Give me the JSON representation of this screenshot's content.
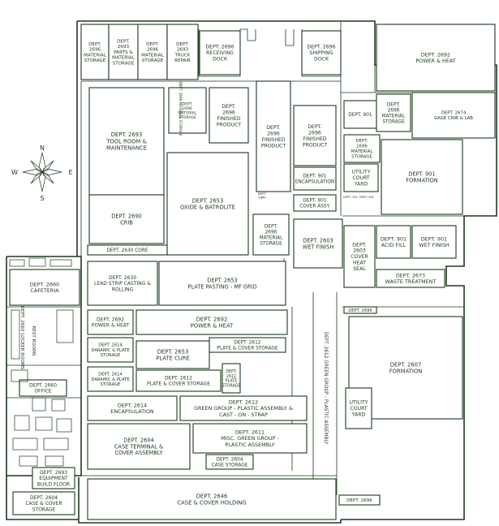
{
  "colors": {
    "ink": "#1d3a1d",
    "paper": "#ffffff"
  },
  "compass": {
    "north": "N",
    "south": "S",
    "east": "E",
    "west": "W"
  },
  "rooms": [
    {
      "id": "r-2696-material-storage",
      "lines": [
        "DEPT.",
        "2696",
        "MATERIAL",
        "STORAGE"
      ]
    },
    {
      "id": "r-2693-parts-material",
      "lines": [
        "DEPT.",
        "2693",
        "PARTS &",
        "MATERIAL",
        "STORAGE"
      ]
    },
    {
      "id": "r-2696-material-storage-2",
      "lines": [
        "DEPT.",
        "2696",
        "MATERIAL",
        "STORAGE"
      ]
    },
    {
      "id": "r-2693-truck-repair",
      "lines": [
        "DEPT.",
        "2693",
        "TRUCK",
        "REPAIR"
      ]
    },
    {
      "id": "r-2696-receiving-dock",
      "lines": [
        "DEPT. 2696",
        "RECEIVING",
        "DOCK"
      ]
    },
    {
      "id": "r-2696-shipping-dock",
      "lines": [
        "DEPT. 2696",
        "SHIPPING",
        "DOCK"
      ]
    },
    {
      "id": "r-2692-power-heat-top",
      "lines": [
        "DEPT. 2692",
        "POWER & HEAT"
      ]
    },
    {
      "id": "r-2693-tool-room",
      "lines": [
        "DEPT. 2693",
        "TOOL ROOM &",
        "MAINTENANCE"
      ]
    },
    {
      "id": "r-2696-material-storage-3",
      "lines": [
        "DEPT.",
        "2696",
        "MATERIAL",
        "STORAGE"
      ]
    },
    {
      "id": "r-2696-finished-product-1",
      "lines": [
        "DEPT.",
        "2696",
        "FINISHED",
        "PRODUCT"
      ]
    },
    {
      "id": "r-2696-finished-product-2",
      "lines": [
        "DEPT.",
        "2696",
        "FINISHED",
        "PRODUCT"
      ]
    },
    {
      "id": "r-2696-finished-product-3",
      "lines": [
        "DEPT.",
        "2696",
        "FINISHED",
        "PRODUCT"
      ]
    },
    {
      "id": "r-901-a",
      "lines": [
        "DEPT. 901"
      ]
    },
    {
      "id": "r-2696-material-storage-4",
      "lines": [
        "DEPT.",
        "2696",
        "MATERIAL",
        "STORAGE"
      ]
    },
    {
      "id": "r-2674-gage-crib",
      "lines": [
        "DEPT. 2674",
        "GAGE CRIB & LAB"
      ]
    },
    {
      "id": "r-2696-material-storage-5",
      "lines": [
        "DEPT.",
        "2696",
        "MATERIAL",
        "STORAGE"
      ]
    },
    {
      "id": "r-901-encapsulation",
      "lines": [
        "DEPT. 901",
        "ENCAPSULATION"
      ]
    },
    {
      "id": "r-utility-court-yard-1",
      "lines": [
        "UTILITY",
        "COURT",
        "YARD"
      ]
    },
    {
      "id": "r-901-formation",
      "lines": [
        "DEPT. 901",
        "FORMATION"
      ]
    },
    {
      "id": "r-901-cover-assy",
      "lines": [
        "DEPT. 901",
        "COVER ASSY."
      ]
    },
    {
      "id": "r-2690-crib",
      "lines": [
        "DEPT. 2690",
        "CRIB"
      ]
    },
    {
      "id": "r-2653-oxide-batrolite",
      "lines": [
        "DEPT. 2653",
        "OXIDE & BATROLITE"
      ]
    },
    {
      "id": "r-2696-material-storage-6",
      "lines": [
        "DEPT.",
        "2696",
        "MATERIAL",
        "STORAGE"
      ]
    },
    {
      "id": "r-2603-wet-finish",
      "lines": [
        "DEPT. 2603",
        "WET FINISH"
      ]
    },
    {
      "id": "r-2603-cover-heat-seal",
      "lines": [
        "DEPT.",
        "2603",
        "COVER",
        "HEAT",
        "SEAL"
      ]
    },
    {
      "id": "r-901-acid-fill",
      "lines": [
        "DEPT. 901",
        "ACID FILL"
      ]
    },
    {
      "id": "r-901-wet-finish",
      "lines": [
        "DEPT. 901",
        "WET FINISH"
      ]
    },
    {
      "id": "r-2630-core",
      "lines": [
        "DEPT. 2630  CORE"
      ]
    },
    {
      "id": "r-2660-cafeteria",
      "lines": [
        "DEPT. 2660",
        "CAFETERIA"
      ]
    },
    {
      "id": "r-2630-lead-strip",
      "lines": [
        "DEPT. 2630",
        "LEAD STRIP CASTING &",
        "ROLLING"
      ]
    },
    {
      "id": "r-2653-plate-pasting",
      "lines": [
        "DEPT. 2653",
        "PLATE PASTING - MF GRID"
      ]
    },
    {
      "id": "r-2673-waste-treatment",
      "lines": [
        "DEPT. 2673",
        "WASTE TREATMENT"
      ]
    },
    {
      "id": "r-2696-small-1",
      "lines": [
        "DEPT. 2696"
      ]
    },
    {
      "id": "r-2692-power-heat-small",
      "lines": [
        "DEPT. 2692",
        "POWER & HEAT"
      ]
    },
    {
      "id": "r-2692-power-heat-long",
      "lines": [
        "DEPT. 2692",
        "POWER & HEAT"
      ]
    },
    {
      "id": "r-2614-darmac-1",
      "lines": [
        "DEPT. 2614",
        "DARAMIC & PLATE",
        "STORAGE"
      ]
    },
    {
      "id": "r-2612-plate-cover-1",
      "lines": [
        "DEPT. 2612",
        "PLATE & COVER STORAGE"
      ]
    },
    {
      "id": "r-2653-plate-cure",
      "lines": [
        "DEPT. 2653",
        "PLATE CURE"
      ]
    },
    {
      "id": "r-2614-darmac-2",
      "lines": [
        "DEPT. 2614",
        "DARAMIC & PLATE",
        "STORAGE"
      ]
    },
    {
      "id": "r-2612-plate-cover-2",
      "lines": [
        "DEPT. 2612",
        "PLATE & COVER STORAGE"
      ]
    },
    {
      "id": "r-2612-plate-storage",
      "lines": [
        "DEPT.",
        "2612",
        "PLATE",
        "STORAGE"
      ]
    },
    {
      "id": "r-2607-formation",
      "lines": [
        "DEPT. 2607",
        "FORMATION"
      ]
    },
    {
      "id": "r-2660-office",
      "lines": [
        "DEPT. 2660",
        "OFFICE"
      ]
    },
    {
      "id": "r-2614-encapsulation",
      "lines": [
        "DEPT. 2614",
        "ENCAPSULATION"
      ]
    },
    {
      "id": "r-2612-green-group",
      "lines": [
        "DEPT. 2612",
        "GREEN GROUP - PLASTIC ASSEMBLY &",
        "CAST - ON - STRAP"
      ]
    },
    {
      "id": "r-utility-court-yard-2",
      "lines": [
        "UTILITY",
        "COURT",
        "YARD"
      ]
    },
    {
      "id": "r-2604-case-terminal",
      "lines": [
        "DEPT. 2604",
        "CASE TERMINAL &",
        "COVER ASSEMBLY"
      ]
    },
    {
      "id": "r-2611-misc-green",
      "lines": [
        "DEPT. 2611",
        "MISC. GREEN GROUP -",
        "PLASTIC ASSEMBLY"
      ]
    },
    {
      "id": "r-2604-case-storage",
      "lines": [
        "DEPT. 2604",
        "CASE STORAGE"
      ]
    },
    {
      "id": "r-2693-equipment",
      "lines": [
        "DEPT. 2693",
        "EQUIPMENT",
        "BUILD FLOOR"
      ]
    },
    {
      "id": "r-2604-case-cover-storage",
      "lines": [
        "DEPT. 2604",
        "CASE & COVER",
        "STORAGE"
      ]
    },
    {
      "id": "r-2646-case-cover-holding",
      "lines": [
        "DEPT. 2646",
        "CASE & COVER HOLDING"
      ]
    },
    {
      "id": "r-2696-small-bottom",
      "lines": [
        "DEPT. 2696"
      ]
    }
  ],
  "vertical_labels": [
    {
      "id": "v-2660-locker",
      "text": "DEPT. 2660 LOCKER ROOMS"
    },
    {
      "id": "v-2660-rest",
      "text": "REST ROOMS"
    },
    {
      "id": "v-2612-green",
      "text": "DEPT. 2612 GREEN GROUP - PLASTIC ASSEMBLY"
    },
    {
      "id": "v-2696-material",
      "text": "DEPT. 2696 MATERIAL STORAGE"
    }
  ],
  "tiny_labels": [
    {
      "id": "t-2660",
      "lines": [
        "DEPT.",
        "2660"
      ]
    },
    {
      "id": "t-901-a",
      "lines": [
        "DEPT. 901"
      ]
    },
    {
      "id": "t-901-b",
      "lines": [
        "DEPT. 901"
      ]
    }
  ]
}
